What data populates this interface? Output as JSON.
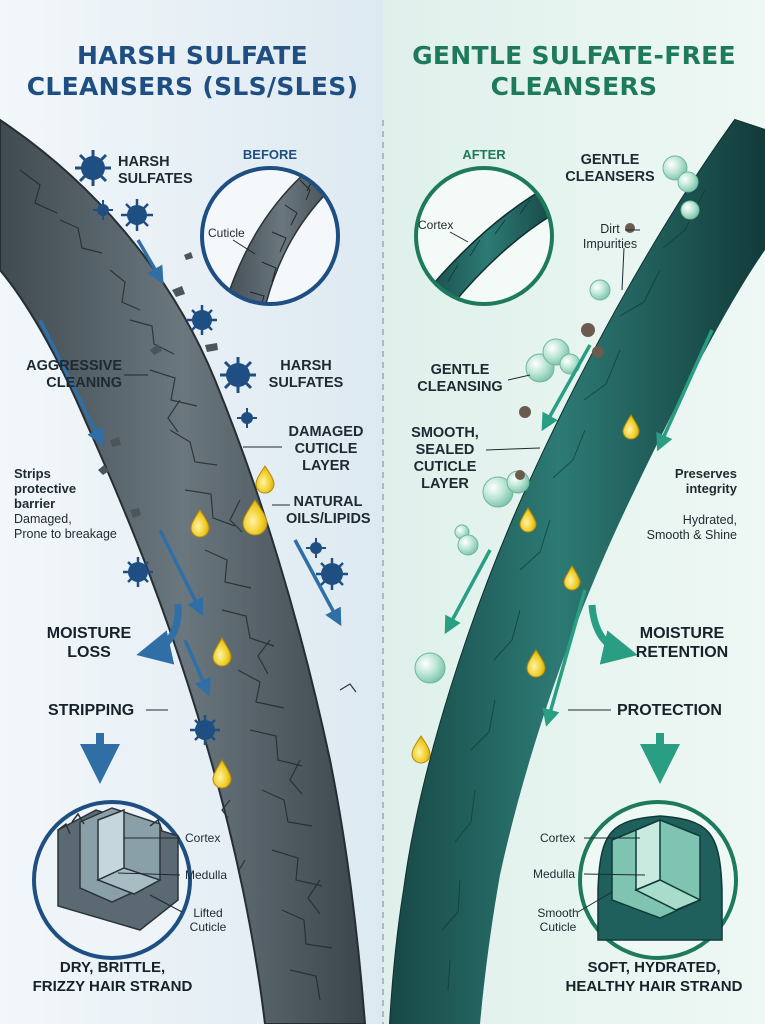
{
  "colors": {
    "left_bg": "#e6eff4",
    "right_bg": "#e4f3ef",
    "left_title": "#1f4f82",
    "right_title": "#1e7a5c",
    "damaged_hair": "#4f5b62",
    "healthy_hair": "#1f5f5c",
    "arrow_blue": "#2f6fa6",
    "arrow_green": "#2a9e83",
    "oil": "#e8c21b"
  },
  "left": {
    "title_line1": "HARSH SULFATE",
    "title_line2": "CLEANSERS (SLS/SLES)",
    "before_tag": "BEFORE",
    "before_cuticle": "Cuticle",
    "harsh_sulfates_1_line1": "HARSH",
    "harsh_sulfates_1_line2": "SULFATES",
    "aggressive_line1": "AGGRESSIVE",
    "aggressive_line2": "CLEANING",
    "harsh_sulfates_2_line1": "HARSH",
    "harsh_sulfates_2_line2": "SULFATES",
    "damaged_line1": "DAMAGED",
    "damaged_line2": "CUTICLE",
    "damaged_line3": "LAYER",
    "oils_line1": "NATURAL",
    "oils_line2": "OILS/LIPIDS",
    "strips_line1": "Strips",
    "strips_line2": "protective",
    "strips_line3": "barrier",
    "damaged_note_line1": "Damaged,",
    "damaged_note_line2": "Prone to breakage",
    "moisture_line1": "MOISTURE",
    "moisture_line2": "LOSS",
    "stripping": "STRIPPING",
    "cortex": "Cortex",
    "medulla": "Medulla",
    "lifted_line1": "Lifted",
    "lifted_line2": "Cuticle",
    "result_line1": "DRY, BRITTLE,",
    "result_line2": "FRIZZY HAIR STRAND"
  },
  "right": {
    "title_line1": "GENTLE SULFATE-FREE",
    "title_line2": "CLEANSERS",
    "after_tag": "AFTER",
    "after_cortex": "Cortex",
    "gentle_line1": "GENTLE",
    "gentle_line2": "CLEANSERS",
    "dirt_line1": "Dirt",
    "dirt_line2": "Impurities",
    "gentle_cleansing_line1": "GENTLE",
    "gentle_cleansing_line2": "CLEANSING",
    "smooth_line1": "SMOOTH,",
    "smooth_line2": "SEALED",
    "smooth_line3": "CUTICLE",
    "smooth_line4": "LAYER",
    "preserves_line1": "Preserves",
    "preserves_line2": "integrity",
    "hydrated_line1": "Hydrated,",
    "hydrated_line2": "Smooth & Shine",
    "moisture_line1": "MOISTURE",
    "moisture_line2": "RETENTION",
    "protection": "PROTECTION",
    "cortex": "Cortex",
    "medulla": "Medulla",
    "smooth_cuticle_line1": "Smooth",
    "smooth_cuticle_line2": "Cuticle",
    "result_line1": "SOFT, HYDRATED,",
    "result_line2": "HEALTHY HAIR STRAND"
  }
}
